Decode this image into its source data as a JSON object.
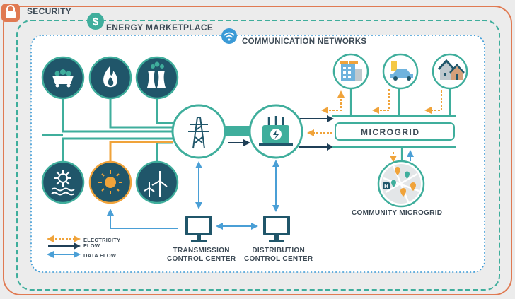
{
  "layers": {
    "security": "SECURITY",
    "energy_marketplace": "ENERGY MARKETPLACE",
    "communication_networks": "COMMUNICATION NETWORKS"
  },
  "nodes": {
    "microgrid": "MICROGRID",
    "community_microgrid": "COMMUNITY MICROGRID",
    "transmission_control_center": "TRANSMISSION\nCONTROL CENTER",
    "distribution_control_center": "DISTRIBUTION\nCONTROL CENTER"
  },
  "legend": {
    "electricity_flow": "ELECTRICITY\nFLOW",
    "data_flow": "DATA FLOW"
  },
  "icons": {
    "security": "lock-icon",
    "marketplace": "dollar-icon",
    "communication": "wifi-icon",
    "generation": [
      "coal-icon",
      "fire-icon",
      "nuclear-plant-icon",
      "hydro-icon",
      "solar-icon",
      "wind-turbine-icon"
    ],
    "grid": [
      "transmission-tower-icon",
      "substation-transformer-icon"
    ],
    "consumers": [
      "commercial-building-icon",
      "electric-vehicle-icon",
      "residential-homes-icon",
      "map-pins-icon"
    ],
    "control": [
      "computer-monitor-icon",
      "computer-monitor-icon"
    ]
  },
  "colors": {
    "security": "#e07a52",
    "marketplace": "#3fae9c",
    "communication": "#3b9ad6",
    "circle_fill": "#20566a",
    "electricity_flow": "#f0a33a",
    "data_flow": "#4a9fd6",
    "power_line": "#3fae9c",
    "dark_arrow": "#1f3f57"
  }
}
